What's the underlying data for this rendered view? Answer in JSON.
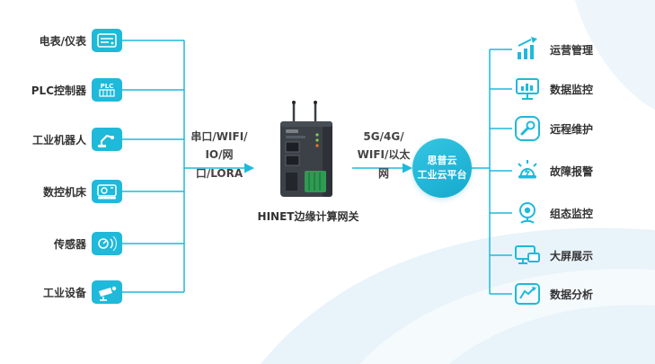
{
  "diagram": {
    "title_caption": "HINET边缘计算网关",
    "left_devices": [
      {
        "label": "电表/仪表",
        "icon": "meter-icon"
      },
      {
        "label": "PLC控制器",
        "icon": "plc-icon"
      },
      {
        "label": "工业机器人",
        "icon": "robot-arm-icon"
      },
      {
        "label": "数控机床",
        "icon": "cnc-machine-icon"
      },
      {
        "label": "传感器",
        "icon": "sensor-icon"
      },
      {
        "label": "工业设备",
        "icon": "industrial-camera-icon"
      }
    ],
    "left_link": {
      "line1": "串口/WIFI/",
      "line2": "IO/网口/LORA"
    },
    "right_link": {
      "line1": "5G/4G/",
      "line2": "WIFI/以太网"
    },
    "cloud": {
      "line1": "思普云",
      "line2": "工业云平台"
    },
    "right_functions": [
      {
        "label": "运营管理",
        "icon": "bar-chart-growth-icon"
      },
      {
        "label": "数据监控",
        "icon": "monitor-bars-icon"
      },
      {
        "label": "远程维护",
        "icon": "wrench-icon"
      },
      {
        "label": "故障报警",
        "icon": "alarm-light-icon"
      },
      {
        "label": "组态监控",
        "icon": "webcam-icon"
      },
      {
        "label": "大屏展示",
        "icon": "dual-screen-icon"
      },
      {
        "label": "数据分析",
        "icon": "chart-line-icon"
      }
    ],
    "colors": {
      "accent": "#1fb9da",
      "text": "#333333",
      "cloud_gradient_start": "#35c6e2",
      "cloud_gradient_end": "#14a9cd",
      "watermark": "#e9f3fa",
      "background": "#ffffff"
    }
  }
}
